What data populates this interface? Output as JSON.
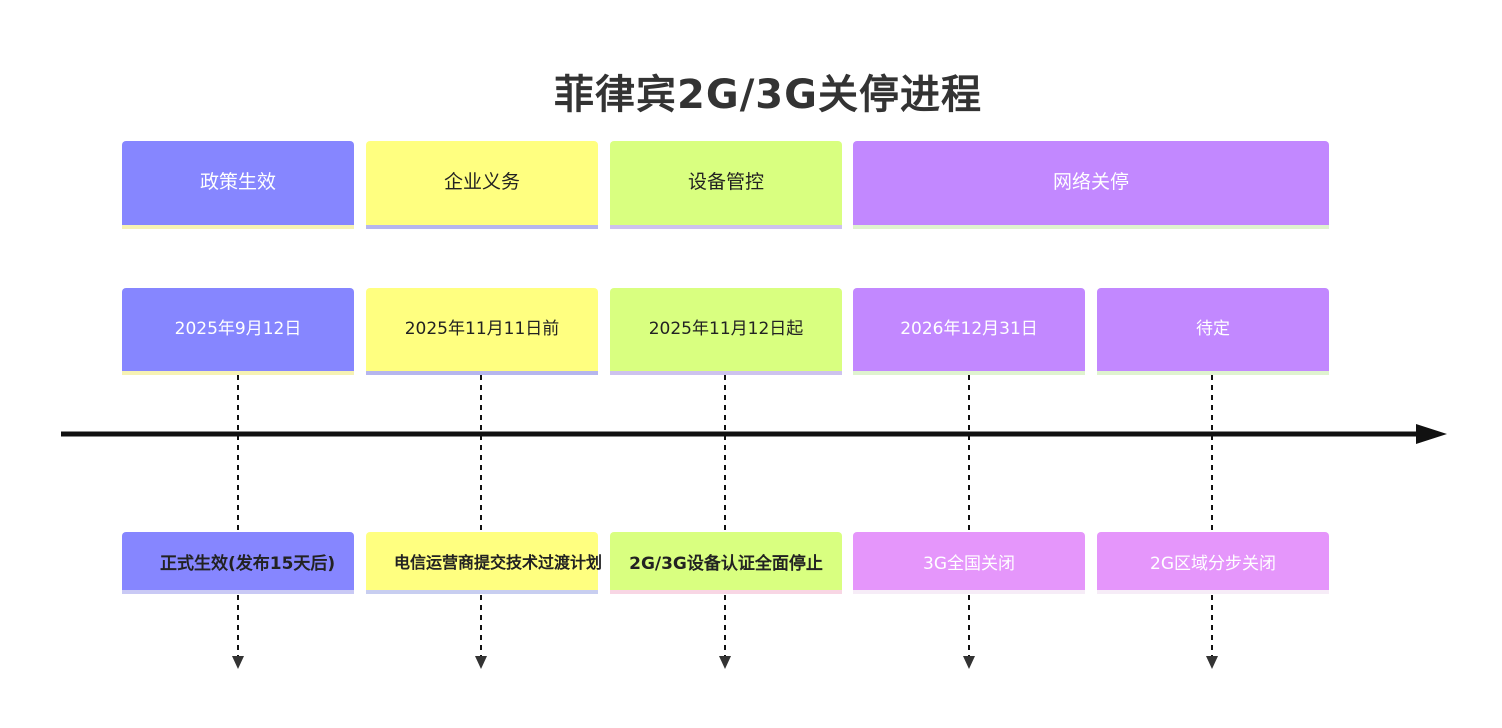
{
  "title": "菲律宾2G/3G关停进程",
  "phases": [
    {
      "label": "政策生效"
    },
    {
      "label": "企业义务"
    },
    {
      "label": "设备管控"
    },
    {
      "label": "网络关停"
    }
  ],
  "dates": [
    {
      "label": "2025年9月12日"
    },
    {
      "label": "2025年11月11日前"
    },
    {
      "label": "2025年11月12日起"
    },
    {
      "label": "2026年12月31日"
    },
    {
      "label": "待定"
    }
  ],
  "events": [
    {
      "label": "正式生效(发布15天后)"
    },
    {
      "label": "电信运营商提交技术过渡计划"
    },
    {
      "label": "2G/3G设备认证全面停止"
    },
    {
      "label": "3G全国关闭"
    },
    {
      "label": "2G区域分步关闭"
    }
  ],
  "colors": {
    "blue": "#8686ff",
    "yellow": "#ffff80",
    "green": "#d9ff80",
    "purple": "#c288ff",
    "pink": "#e596fb",
    "axis": "#111111"
  }
}
